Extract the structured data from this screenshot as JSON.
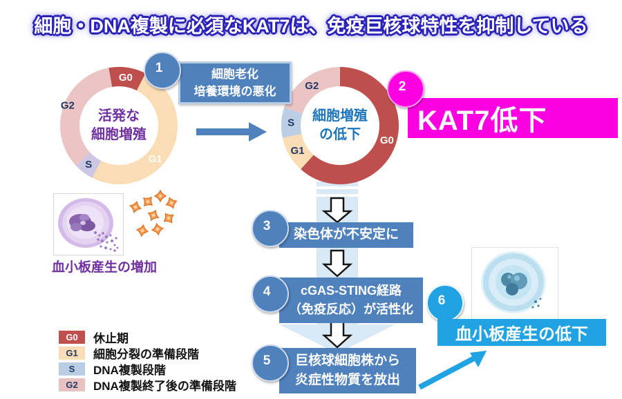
{
  "title": "細胞・DNA複製に必須なKAT7は、免疫巨核球特性を抑制している",
  "colors": {
    "accent_blue": "#4F81BD",
    "accent_blue_border": "#B9CDE4",
    "magenta": "#FB00E0",
    "bright_blue": "#21A3E3",
    "title_outline_blue": "#2A22B8",
    "navy_label": "#1F3864",
    "purple_caption": "#7030A0",
    "flow_band_blue": "#D9EAF6"
  },
  "steps": [
    {
      "num": "1",
      "label": "細胞老化\n培養環境の悪化"
    },
    {
      "num": "2",
      "label": "KAT7低下"
    },
    {
      "num": "3",
      "label": "染色体が不安定に"
    },
    {
      "num": "4",
      "label": "cGAS-STING経路\n（免疫反応）が活性化"
    },
    {
      "num": "5",
      "label": "巨核球細胞株から\n炎症性物質を放出"
    },
    {
      "num": "6",
      "label": "血小板産生の低下"
    }
  ],
  "captions": {
    "platelet_increase": "血小板産生の増加"
  },
  "legend": {
    "items": [
      {
        "key": "G0",
        "label": "休止期",
        "color": "#C0504D",
        "text_color": "#FFFFFF"
      },
      {
        "key": "G1",
        "label": "細胞分裂の準備段階",
        "color": "#FADCB5",
        "text_color": "#1F3864"
      },
      {
        "key": "S",
        "label": "DNA複製段階",
        "color": "#B9CDE3",
        "text_color": "#1F3864"
      },
      {
        "key": "G2",
        "label": "DNA複製終了後の準備段階",
        "color": "#E8C2C0",
        "text_color": "#1F3864"
      }
    ]
  },
  "chart_data": [
    {
      "type": "donut",
      "name": "active-cell-proliferation",
      "center_text": "活発な\n細胞増殖",
      "center_color": "#7030A0",
      "segments": [
        {
          "label": "G0",
          "percent": 10,
          "start_angle": -10,
          "end_angle": 27,
          "color": "#BE4F4C",
          "label_color": "#FFFFFF",
          "label_angle": 8
        },
        {
          "label": "G1",
          "percent": 50,
          "start_angle": 27,
          "end_angle": 207,
          "color": "#FADCB5",
          "label_color": "#FFFFFF",
          "label_angle": 132
        },
        {
          "label": "S",
          "percent": 6,
          "start_angle": 207,
          "end_angle": 227,
          "color": "#CDC6E4",
          "label_color": "#1F3864",
          "label_angle": 218
        },
        {
          "label": "G2",
          "percent": 34,
          "start_angle": 227,
          "end_angle": 350,
          "color": "#EBC4C4",
          "label_color": "#1F3864",
          "label_angle": 292,
          "label_radius": 80
        }
      ]
    },
    {
      "type": "donut",
      "name": "reduced-cell-proliferation",
      "center_text": "細胞増殖\nの低下",
      "center_color": "#1B75BC",
      "segments": [
        {
          "label": "G0",
          "percent": 62,
          "start_angle": 0,
          "end_angle": 222,
          "color": "#BE4F4C",
          "label_color": "#FFFFFF",
          "label_angle": 107
        },
        {
          "label": "G1",
          "percent": 10,
          "start_angle": 222,
          "end_angle": 258,
          "color": "#FADCB5",
          "label_color": "#1F3864",
          "label_angle": 240
        },
        {
          "label": "S",
          "percent": 8,
          "start_angle": 258,
          "end_angle": 288,
          "color": "#BCCEE4",
          "label_color": "#1F3864",
          "label_angle": 274
        },
        {
          "label": "G2",
          "percent": 20,
          "start_angle": 288,
          "end_angle": 360,
          "color": "#EBC4C4",
          "label_color": "#1F3864",
          "label_angle": 325
        }
      ]
    }
  ]
}
